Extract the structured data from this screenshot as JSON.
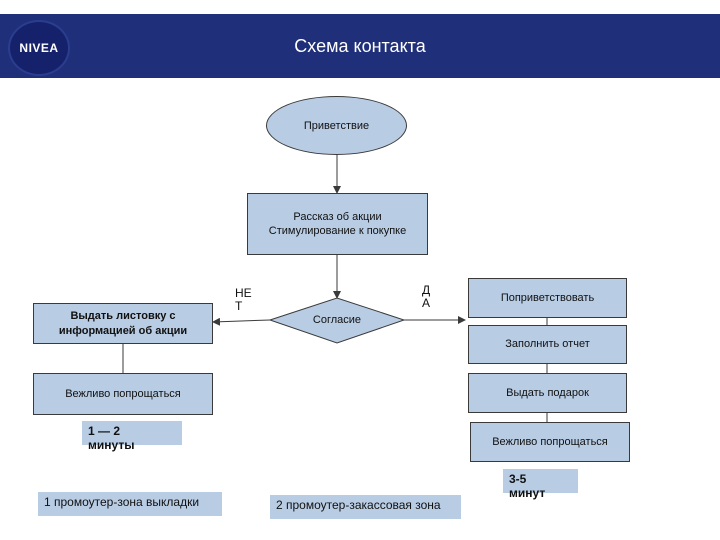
{
  "header": {
    "logo_text": "NIVEA",
    "title": "Схема контакта"
  },
  "nodes": {
    "greeting": "Приветствие",
    "story_line1": "Рассказ об акции",
    "story_line2": "Стимулирование к покупке",
    "consent": "Согласие",
    "leaflet_line1": "Выдать листовку с",
    "leaflet_line2": "информацией об акции",
    "goodbye_left": "Вежливо попрощаться",
    "greet_again": "Поприветствовать",
    "fill_report": "Заполнить отчет",
    "give_gift": "Выдать подарок",
    "goodbye_right": "Вежливо попрощаться"
  },
  "branches": {
    "no": "НЕ\nТ",
    "yes": "Д\nА"
  },
  "durations": {
    "left": "1 — 2 минуты",
    "right": "3-5 минут"
  },
  "zones": {
    "zone1": "1 промоутер-зона выкладки",
    "zone2": "2 промоутер-закассовая зона"
  },
  "colors": {
    "header_bg": "#1f2f7a",
    "box_fill": "#b8cce4",
    "stroke": "#3a3a3a"
  }
}
